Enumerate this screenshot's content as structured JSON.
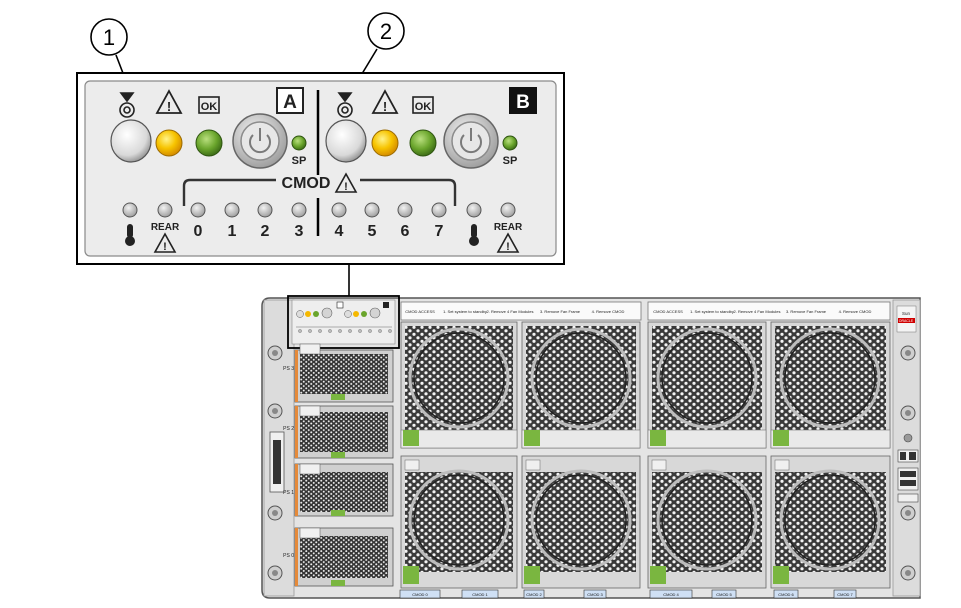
{
  "callouts": [
    "1",
    "2"
  ],
  "panel": {
    "slot_a": "A",
    "slot_b": "B",
    "ok_label": "OK",
    "sp_label": "SP",
    "rear_label": "REAR",
    "cmod_label": "CMOD",
    "cmod_numbers": [
      "0",
      "1",
      "2",
      "3",
      "4",
      "5",
      "6",
      "7"
    ]
  },
  "chassis": {
    "cmod_header_steps": [
      "CMOD ACCESS",
      "1. Set system to standby",
      "2. Remove 4 Fan Modules",
      "3. Remove Fan Frame",
      "4. Remove CMOD"
    ],
    "power_supplies": [
      "PS 3",
      "PS 2",
      "PS 1",
      "PS 0"
    ],
    "cmod_slots": [
      "CMOD 0",
      "CMOD 1",
      "CMOD 2",
      "CMOD 3",
      "CMOD 4",
      "CMOD 5",
      "CMOD 6",
      "CMOD 7"
    ],
    "brand": [
      "Sun",
      "ORACLE"
    ]
  },
  "colors": {
    "amber_led": "#f5b800",
    "green_led": "#6aa52c",
    "fan_green": "#7ab640",
    "panel_bg": "#ececec",
    "chassis_bg": "#e4e4e4"
  }
}
